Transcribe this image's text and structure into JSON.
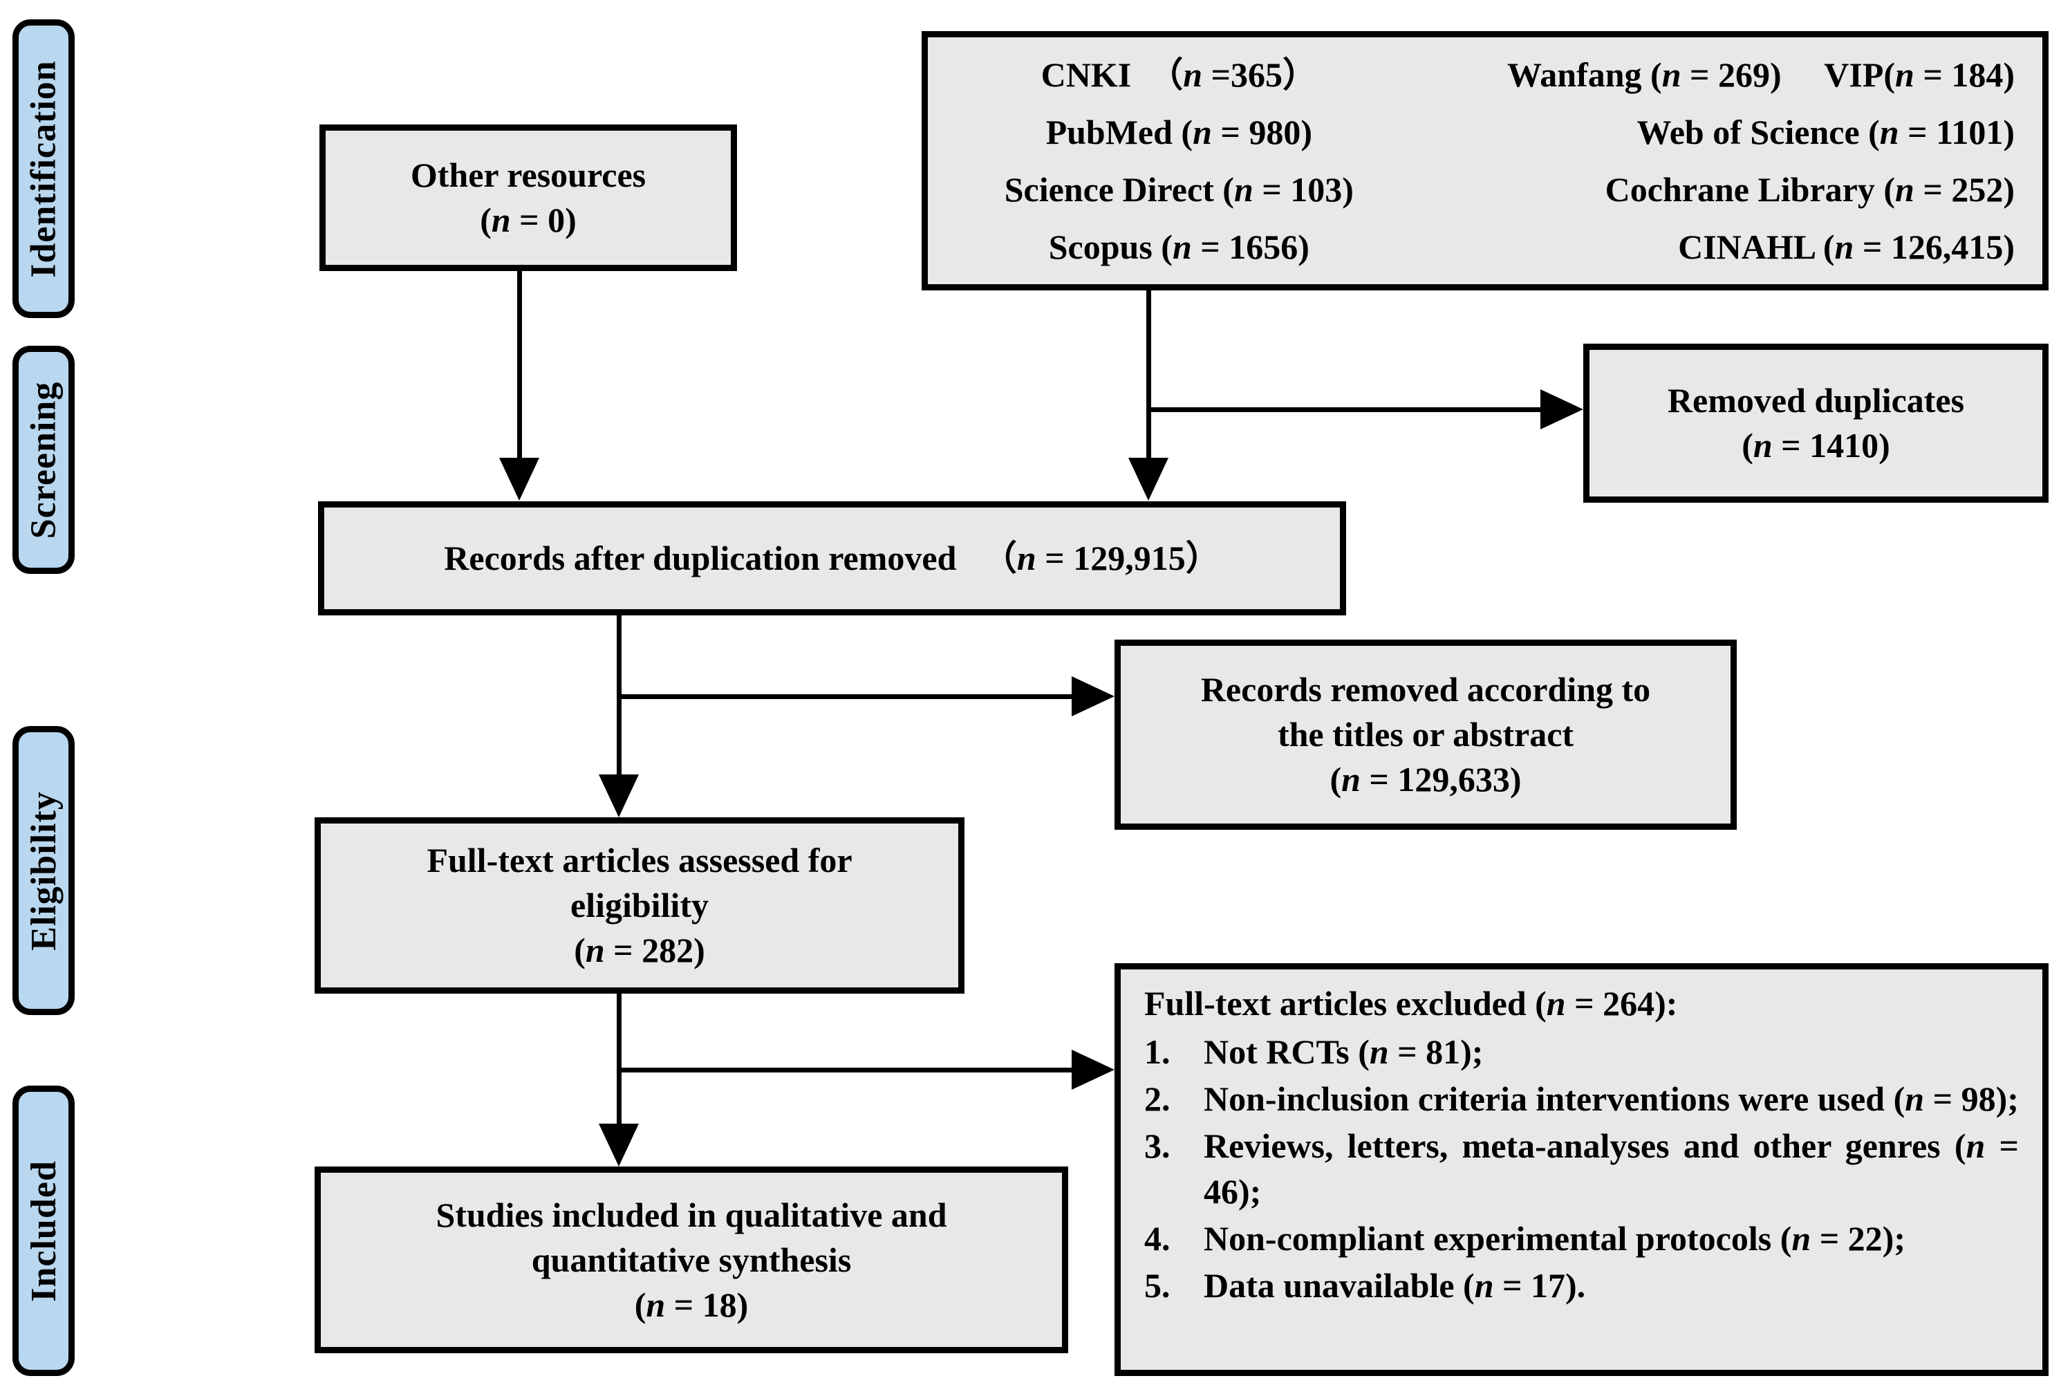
{
  "diagram": {
    "title": "PRISMA study selection flow diagram",
    "colors": {
      "box_fill": "#e8e8e8",
      "box_border": "#000000",
      "phase_tab_fill": "#b9d7ee",
      "connector": "#000000"
    }
  },
  "phases": [
    {
      "label": "Identification"
    },
    {
      "label": "Screening"
    },
    {
      "label": "Eligibility"
    },
    {
      "label": "Included"
    }
  ],
  "boxes": {
    "other_resources": {
      "line1": "Other resources",
      "line2_prefix": "(",
      "line2_n": "n",
      "line2_suffix": " = 0)"
    },
    "databases": {
      "items": [
        {
          "name": "CNKI",
          "open": "（",
          "n": "n",
          "eq": " =365）"
        },
        {
          "name": "Wanfang",
          "open": "(",
          "n": "n",
          "eq": " = 269)"
        },
        {
          "name": "VIP",
          "open": "(",
          "n": "n",
          "eq": " = 184)"
        },
        {
          "name": "PubMed",
          "open": "(",
          "n": "n",
          "eq": " = 980)"
        },
        {
          "name": "Web of Science",
          "open": "(",
          "n": "n",
          "eq": " = 1101)"
        },
        {
          "name": "Science Direct",
          "open": "(",
          "n": "n",
          "eq": " = 103)"
        },
        {
          "name": "Cochrane Library",
          "open": "(",
          "n": "n",
          "eq": " = 252)"
        },
        {
          "name": "Scopus",
          "open": "(",
          "n": "n",
          "eq": " = 1656)"
        },
        {
          "name": "CINAHL",
          "open": "(",
          "n": "n",
          "eq": " = 126,415)"
        }
      ],
      "row1_col1": "CNKI （n =365）",
      "row1_col2a": "Wanfang (n = 269)",
      "row1_col2b": "VIP(n = 184)",
      "row2_col1": "PubMed (n = 980)",
      "row2_col2": "Web of Science (n = 1101)",
      "row3_col1": "Science Direct (n = 103)",
      "row3_col2": "Cochrane Library (n = 252)",
      "row4_col1": "Scopus (n = 1656)",
      "row4_col2": "CINAHL (n = 126,415)"
    },
    "removed_duplicates": {
      "line1": "Removed duplicates",
      "line2_prefix": "(",
      "line2_n": "n",
      "line2_suffix": " = 1410)"
    },
    "records_after_dedup": {
      "line1": "Records after duplication removed",
      "paren_open": "（",
      "n": "n",
      "value_suffix": " = 129,915）"
    },
    "records_removed_titles": {
      "line1": "Records removed according to",
      "line2": "the titles or abstract",
      "line3_prefix": "(",
      "line3_n": "n",
      "line3_suffix": " = 129,633)"
    },
    "fulltext_assessed": {
      "line1": "Full-text articles assessed for",
      "line2": "eligibility",
      "line3_prefix": "(",
      "line3_n": "n",
      "line3_suffix": " = 282)"
    },
    "fulltext_excluded": {
      "heading_prefix": "Full-text articles excluded (",
      "heading_n": "n",
      "heading_suffix": " = 264):",
      "items": [
        {
          "num": "1.",
          "text_prefix": "Not RCTs   (",
          "n": "n",
          "text_suffix": " = 81);"
        },
        {
          "num": "2.",
          "text_prefix": "Non-inclusion criteria interventions were used (",
          "n": "n",
          "text_suffix": " = 98);"
        },
        {
          "num": "3.",
          "text_prefix": "Reviews, letters, meta-analyses and other genres (",
          "n": "n",
          "text_suffix": " = 46);"
        },
        {
          "num": "4.",
          "text_prefix": "Non-compliant experimental protocols (",
          "n": "n",
          "text_suffix": " = 22);"
        },
        {
          "num": "5.",
          "text_prefix": "Data unavailable (",
          "n": "n",
          "text_suffix": " = 17)."
        }
      ]
    },
    "studies_included": {
      "line1": "Studies included in qualitative and",
      "line2": "quantitative synthesis",
      "line3_prefix": "(",
      "line3_n": "n",
      "line3_suffix": " = 18)"
    }
  }
}
